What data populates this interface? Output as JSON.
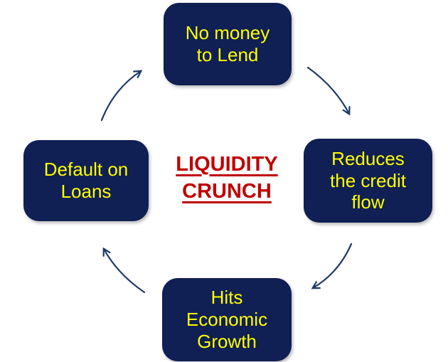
{
  "diagram": {
    "title": "LIQUIDITY\nCRUNCH",
    "nodes": [
      {
        "id": "no-money-to-lend",
        "position": "top",
        "label": "No money\nto Lend"
      },
      {
        "id": "reduces-credit-flow",
        "position": "right",
        "label": "Reduces\nthe credit\nflow"
      },
      {
        "id": "hits-economic-growth",
        "position": "bottom",
        "label": "Hits\nEconomic\nGrowth"
      },
      {
        "id": "default-on-loans",
        "position": "left",
        "label": "Default on\nLoans"
      }
    ],
    "cycle": {
      "direction": "clockwise",
      "order": [
        "default-on-loans",
        "no-money-to-lend",
        "reduces-credit-flow",
        "hits-economic-growth"
      ]
    },
    "colors": {
      "node_fill": "#101f54",
      "node_text": "#ffff00",
      "title_text": "#c00000",
      "arrow": "#1f3a68",
      "background": "#ffffff"
    }
  }
}
